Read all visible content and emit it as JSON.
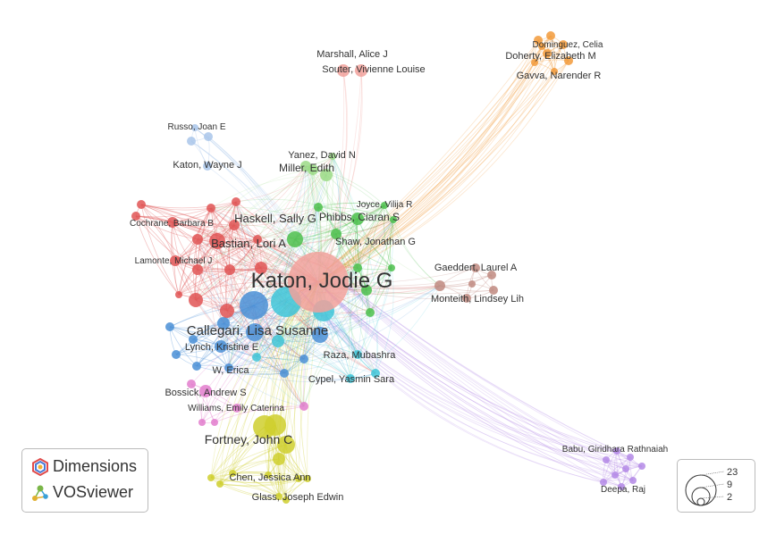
{
  "clusters": {
    "red": "#e05555",
    "blue": "#4a8fd6",
    "cyan": "#3fc6d8",
    "green": "#4cbf4c",
    "lightgreen": "#9bdb86",
    "yellow": "#cfcf2e",
    "pink": "#e27ccc",
    "salmon": "#f1a19b",
    "lightblue": "#a9c6ea",
    "orange": "#f29a3a",
    "brown": "#bf8a80",
    "purple": "#b48ae6"
  },
  "authors": [
    {
      "name": "Katon, Jodie G",
      "cluster": "salmon",
      "big": true
    },
    {
      "name": "Callegari, Lisa Susanne",
      "cluster": "blue"
    },
    {
      "name": "Fortney, John C",
      "cluster": "yellow"
    },
    {
      "name": "Haskell, Sally G",
      "cluster": "green"
    },
    {
      "name": "Bastian, Lori A",
      "cluster": "red"
    },
    {
      "name": "Phibbs, Ciaran S",
      "cluster": "green"
    },
    {
      "name": "Shaw, Jonathan G",
      "cluster": "green"
    },
    {
      "name": "Joyce, Vilija R",
      "cluster": "green"
    },
    {
      "name": "Yanez, David N",
      "cluster": "lightgreen"
    },
    {
      "name": "Miller, Edith",
      "cluster": "lightgreen"
    },
    {
      "name": "Marshall, Alice J",
      "cluster": "salmon"
    },
    {
      "name": "Souter, Vivienne Louise",
      "cluster": "salmon"
    },
    {
      "name": "Dominguez, Celia",
      "cluster": "orange"
    },
    {
      "name": "Doherty, Elizabeth M",
      "cluster": "orange"
    },
    {
      "name": "Gavva, Narender R",
      "cluster": "orange"
    },
    {
      "name": "Russo, Joan E",
      "cluster": "lightblue"
    },
    {
      "name": "Katon, Wayne J",
      "cluster": "lightblue"
    },
    {
      "name": "Cochrane, Barbara B",
      "cluster": "red"
    },
    {
      "name": "Lamonte, Michael J",
      "cluster": "red"
    },
    {
      "name": "Gaeddert, Laurel A",
      "cluster": "brown"
    },
    {
      "name": "Monteith, Lindsey Lih",
      "cluster": "brown"
    },
    {
      "name": "Lynch, Kristine E",
      "cluster": "blue"
    },
    {
      "name": "W, Erica",
      "cluster": "blue"
    },
    {
      "name": "Raza, Mubashra",
      "cluster": "cyan"
    },
    {
      "name": "Cypel, Yasmin Sara",
      "cluster": "cyan"
    },
    {
      "name": "Bossick, Andrew S",
      "cluster": "pink"
    },
    {
      "name": "Williams, Emily Caterina",
      "cluster": "pink"
    },
    {
      "name": "Chen, Jessica Ann",
      "cluster": "yellow"
    },
    {
      "name": "Glass, Joseph Edwin",
      "cluster": "yellow"
    },
    {
      "name": "Babu, Giridhara Rathnaiah",
      "cluster": "purple"
    },
    {
      "name": "Deepa, Raj",
      "cluster": "purple"
    }
  ],
  "branding": {
    "dimensions": "Dimensions",
    "vosviewer": "VOSviewer"
  },
  "size_legend": {
    "values": [
      "23",
      "9",
      "2"
    ]
  }
}
